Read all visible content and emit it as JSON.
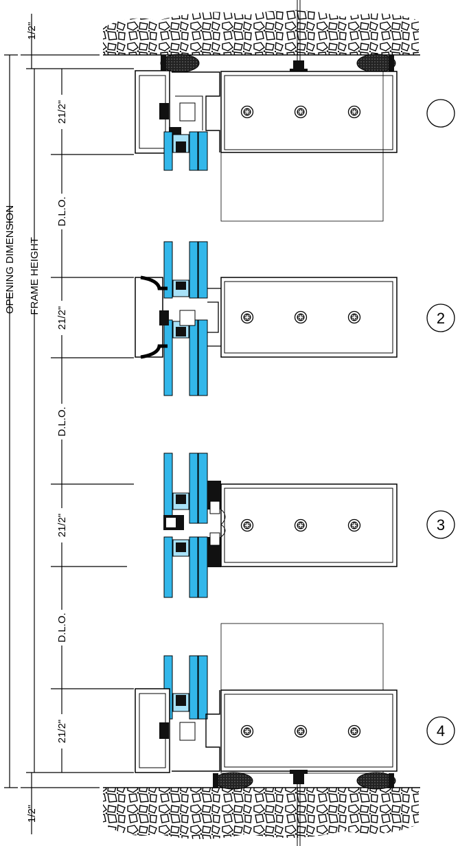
{
  "dimensions": {
    "top_gap": "1/2\"",
    "bottom_gap": "1/2\"",
    "opening_dimension": "OPENING DIMENSION",
    "frame_height": "FRAME HEIGHT",
    "sightline": "21/2\"",
    "dlo": "D.L.O."
  },
  "details": [
    {
      "number": ""
    },
    {
      "number": "2"
    },
    {
      "number": "3"
    },
    {
      "number": "4"
    }
  ],
  "colors": {
    "glass": "#33b7ea",
    "glass_light": "#a7e1f7",
    "line": "#000000",
    "sealant": "#222222"
  }
}
